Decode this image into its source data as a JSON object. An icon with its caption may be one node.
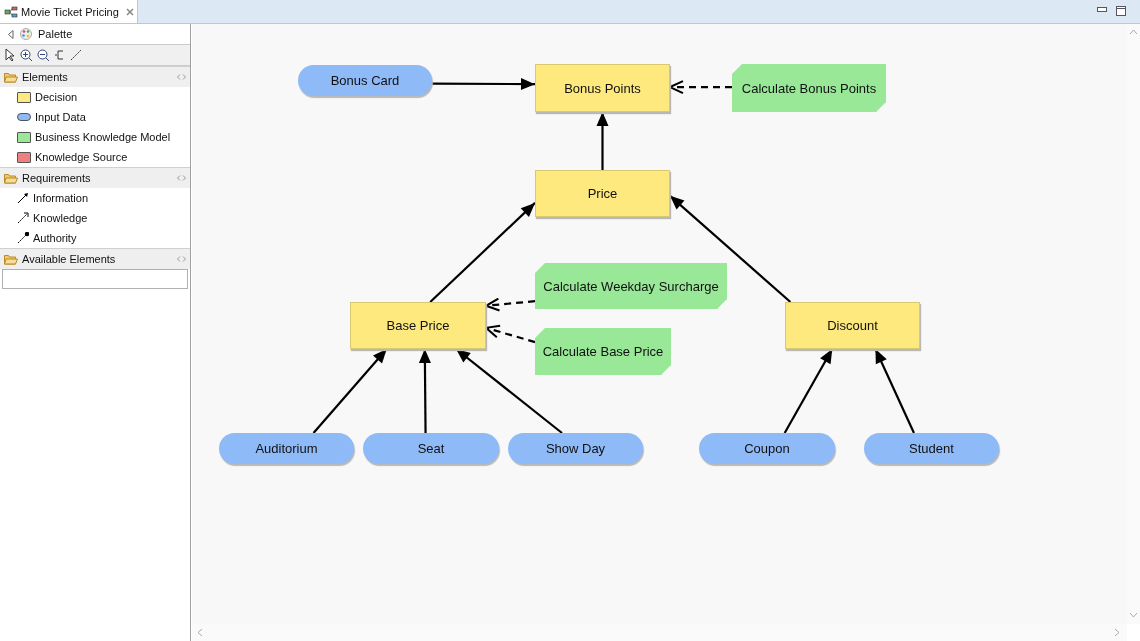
{
  "diagram": {
    "title": "Movie Ticket Pricing",
    "nodes": [
      {
        "text": [
          "Bonus Card"
        ]
      },
      {
        "text": [
          "Bonus Points"
        ]
      },
      {
        "text": [
          "Calculate Bonus Points"
        ]
      },
      {
        "text": [
          "Price"
        ]
      },
      {
        "text": [
          "Calculate Weekday Surcharge"
        ]
      },
      {
        "text": [
          "Base Price"
        ]
      },
      {
        "text": [
          "Discount"
        ]
      },
      {
        "text": [
          "Calculate Base Price"
        ]
      },
      {
        "text": [
          "Auditorium"
        ]
      },
      {
        "text": [
          "Seat"
        ]
      },
      {
        "text": [
          "Show Day"
        ]
      },
      {
        "text": [
          "Coupon"
        ]
      },
      {
        "text": [
          "Student"
        ]
      }
    ],
    "edges": [
      {
        "from": 0,
        "to": 1,
        "arrow": "to"
      },
      {
        "from": 2,
        "to": 1,
        "arrow": "to",
        "style": "dashed"
      },
      {
        "from": 3,
        "to": 1,
        "arrow": "to"
      },
      {
        "from": 5,
        "to": 3,
        "arrow": "to"
      },
      {
        "from": 6,
        "to": 3,
        "arrow": "to"
      },
      {
        "from": 4,
        "to": 5,
        "arrow": "to",
        "style": "dashed"
      },
      {
        "from": 7,
        "to": 5,
        "arrow": "to",
        "style": "dashed"
      },
      {
        "from": 8,
        "to": 5,
        "arrow": "to"
      },
      {
        "from": 9,
        "to": 5,
        "arrow": "to"
      },
      {
        "from": 10,
        "to": 5,
        "arrow": "to"
      },
      {
        "from": 11,
        "to": 6,
        "arrow": "to"
      },
      {
        "from": 12,
        "to": 6,
        "arrow": "to"
      }
    ],
    "labels": [
      "Palette",
      "Elements",
      "Requirements",
      "Available Elements"
    ],
    "legend": [
      {
        "text": "Decision",
        "color": "#fde97e"
      },
      {
        "text": "Input Data",
        "color": "#8fbaf8"
      },
      {
        "text": "Business Knowledge Model",
        "color": "#98e898"
      },
      {
        "text": "Knowledge Source",
        "color": "#f08080"
      },
      {
        "text": "Information"
      },
      {
        "text": "Knowledge"
      },
      {
        "text": "Authority"
      }
    ]
  }
}
